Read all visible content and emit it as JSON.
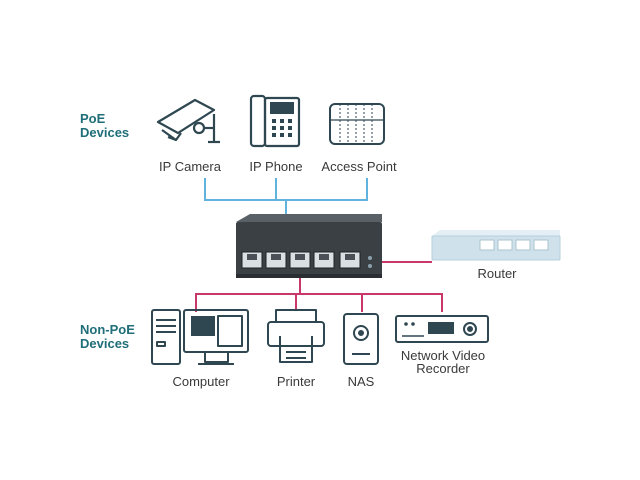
{
  "sections": {
    "poe": {
      "line1": "PoE",
      "line2": "Devices"
    },
    "nonpoe": {
      "line1": "Non-PoE",
      "line2": "Devices"
    }
  },
  "poe_devices": [
    {
      "label": "IP Camera",
      "icon": "ip-camera-icon"
    },
    {
      "label": "IP Phone",
      "icon": "ip-phone-icon"
    },
    {
      "label": "Access Point",
      "icon": "access-point-icon"
    }
  ],
  "switch": {
    "icon": "poe-switch-icon",
    "ports": 5,
    "poe_ports": 4
  },
  "router": {
    "label": "Router",
    "icon": "router-icon"
  },
  "nonpoe_devices": [
    {
      "label": "Computer",
      "icon": "computer-icon"
    },
    {
      "label": "Printer",
      "icon": "printer-icon"
    },
    {
      "label": "NAS",
      "icon": "nas-icon"
    },
    {
      "label_line1": "Network Video",
      "label_line2": "Recorder",
      "icon": "network-video-recorder-icon"
    }
  ],
  "colors": {
    "poe_link": "#5fb3dc",
    "data_link": "#c8386a",
    "label_teal": "#1f6e78",
    "icon_stroke": "#2f4750",
    "switch_body": "#3b4045",
    "router_body": "#cfe2ec"
  }
}
